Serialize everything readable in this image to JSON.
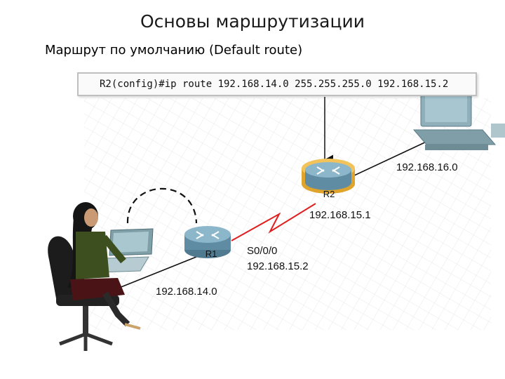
{
  "title": "Основы маршрутизации",
  "subtitle": "Маршрут по умолчанию (Default route)",
  "command": "R2(config)#ip route 192.168.14.0 255.255.255.0 192.168.15.2",
  "routers": {
    "r1": {
      "label": "R1"
    },
    "r2": {
      "label": "R2"
    }
  },
  "labels": {
    "net_16": "192.168.16.0",
    "r2_ip": "192.168.15.1",
    "r1_interface": "S0/0/0",
    "r1_ip": "192.168.15.2",
    "net_14": "192.168.14.0"
  },
  "colors": {
    "r1_body": "#5f8ca3",
    "r2_ring": "#e0a42c",
    "serial_link": "#e02020",
    "ethernet_link": "#111111"
  }
}
